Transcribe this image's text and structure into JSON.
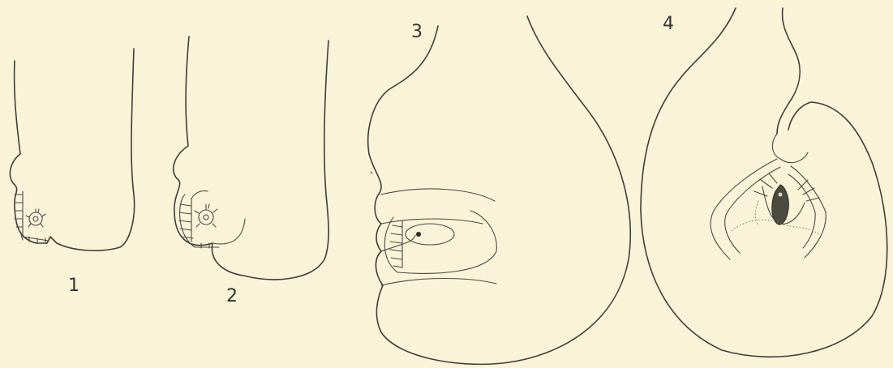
{
  "plate": {
    "background_color": "#f9f4d8",
    "line_color": "#3f3f3a",
    "figures": [
      {
        "label": "1"
      },
      {
        "label": "2"
      },
      {
        "label": "3"
      },
      {
        "label": "4"
      }
    ]
  }
}
